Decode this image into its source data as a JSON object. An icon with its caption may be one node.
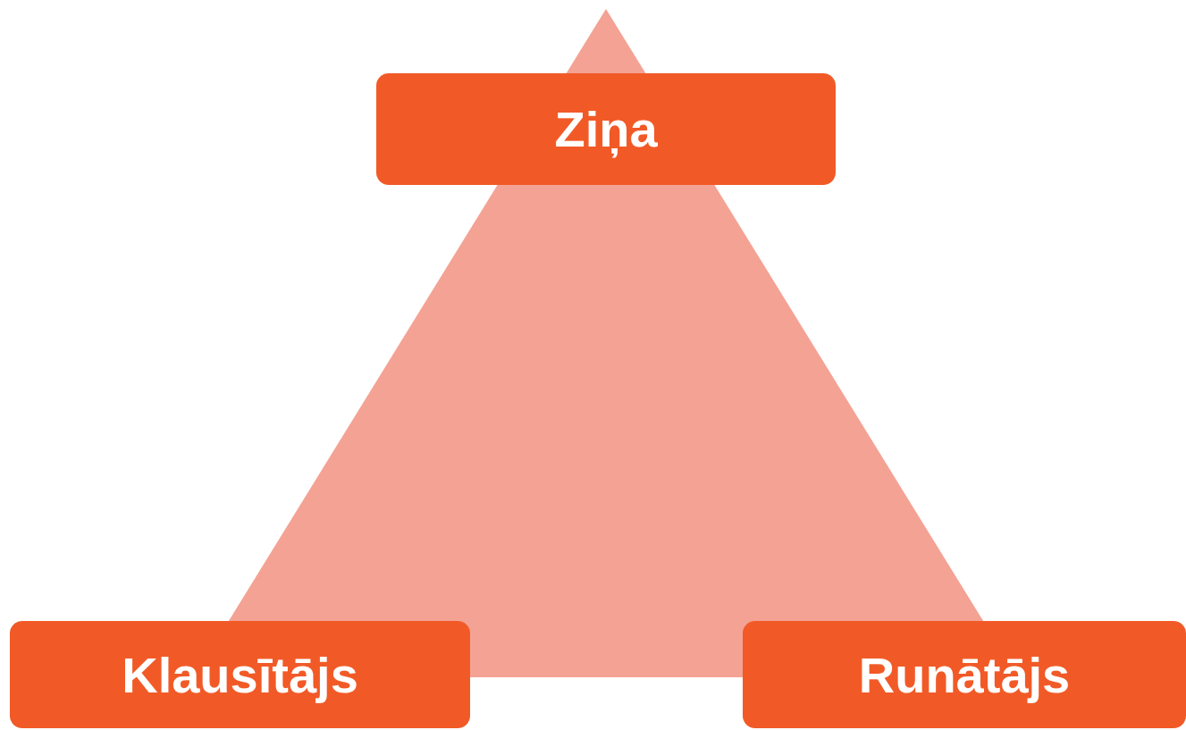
{
  "diagram": {
    "nodes": [
      {
        "text": [
          "Ziņa"
        ]
      },
      {
        "text": [
          "Klausītājs"
        ]
      },
      {
        "text": [
          "Runātājs"
        ]
      }
    ]
  }
}
